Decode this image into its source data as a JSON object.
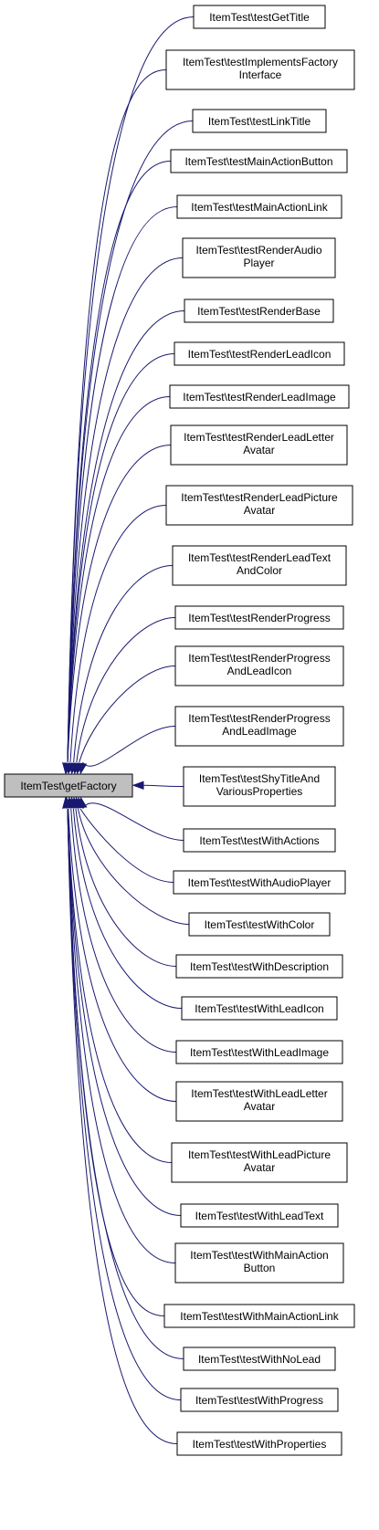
{
  "root": {
    "label": "ItemTest\\getFactory"
  },
  "callers": [
    {
      "lines": [
        "ItemTest\\testGetTitle"
      ]
    },
    {
      "lines": [
        "ItemTest\\testImplementsFactory",
        "Interface"
      ]
    },
    {
      "lines": [
        "ItemTest\\testLinkTitle"
      ]
    },
    {
      "lines": [
        "ItemTest\\testMainActionButton"
      ]
    },
    {
      "lines": [
        "ItemTest\\testMainActionLink"
      ]
    },
    {
      "lines": [
        "ItemTest\\testRenderAudio",
        "Player"
      ]
    },
    {
      "lines": [
        "ItemTest\\testRenderBase"
      ]
    },
    {
      "lines": [
        "ItemTest\\testRenderLeadIcon"
      ]
    },
    {
      "lines": [
        "ItemTest\\testRenderLeadImage"
      ]
    },
    {
      "lines": [
        "ItemTest\\testRenderLeadLetter",
        "Avatar"
      ]
    },
    {
      "lines": [
        "ItemTest\\testRenderLeadPicture",
        "Avatar"
      ]
    },
    {
      "lines": [
        "ItemTest\\testRenderLeadText",
        "AndColor"
      ]
    },
    {
      "lines": [
        "ItemTest\\testRenderProgress"
      ]
    },
    {
      "lines": [
        "ItemTest\\testRenderProgress",
        "AndLeadIcon"
      ]
    },
    {
      "lines": [
        "ItemTest\\testRenderProgress",
        "AndLeadImage"
      ]
    },
    {
      "lines": [
        "ItemTest\\testShyTitleAnd",
        "VariousProperties"
      ]
    },
    {
      "lines": [
        "ItemTest\\testWithActions"
      ]
    },
    {
      "lines": [
        "ItemTest\\testWithAudioPlayer"
      ]
    },
    {
      "lines": [
        "ItemTest\\testWithColor"
      ]
    },
    {
      "lines": [
        "ItemTest\\testWithDescription"
      ]
    },
    {
      "lines": [
        "ItemTest\\testWithLeadIcon"
      ]
    },
    {
      "lines": [
        "ItemTest\\testWithLeadImage"
      ]
    },
    {
      "lines": [
        "ItemTest\\testWithLeadLetter",
        "Avatar"
      ]
    },
    {
      "lines": [
        "ItemTest\\testWithLeadPicture",
        "Avatar"
      ]
    },
    {
      "lines": [
        "ItemTest\\testWithLeadText"
      ]
    },
    {
      "lines": [
        "ItemTest\\testWithMainAction",
        "Button"
      ]
    },
    {
      "lines": [
        "ItemTest\\testWithMainActionLink"
      ]
    },
    {
      "lines": [
        "ItemTest\\testWithNoLead"
      ]
    },
    {
      "lines": [
        "ItemTest\\testWithProgress"
      ]
    },
    {
      "lines": [
        "ItemTest\\testWithProperties"
      ]
    }
  ],
  "colors": {
    "edge": "#191970",
    "root_fill": "#bfbfbf",
    "node_fill": "#ffffff",
    "node_border": "#000000"
  }
}
